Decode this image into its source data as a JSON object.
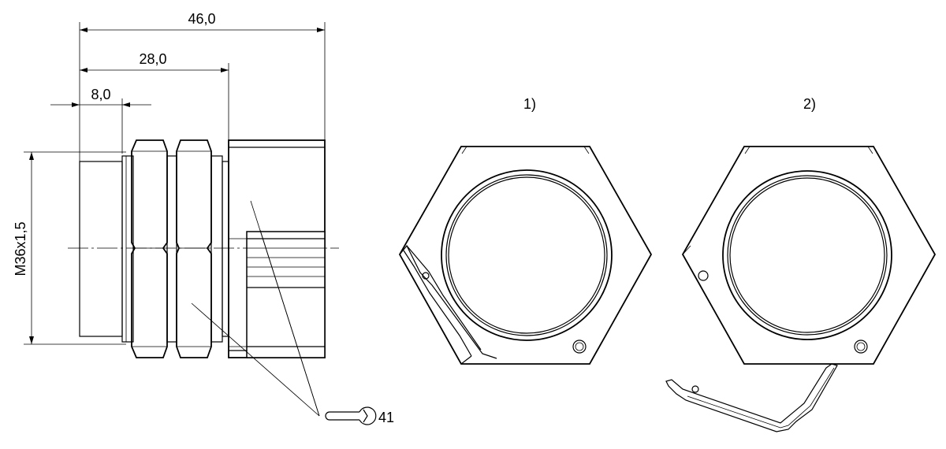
{
  "dimensions": {
    "overall_length": "46,0",
    "housing_length": "28,0",
    "thread_stub_length": "8,0",
    "thread_size": "M36x1,5"
  },
  "wrench": {
    "size": "41"
  },
  "views": {
    "view1_label": "1)",
    "view2_label": "2)"
  }
}
